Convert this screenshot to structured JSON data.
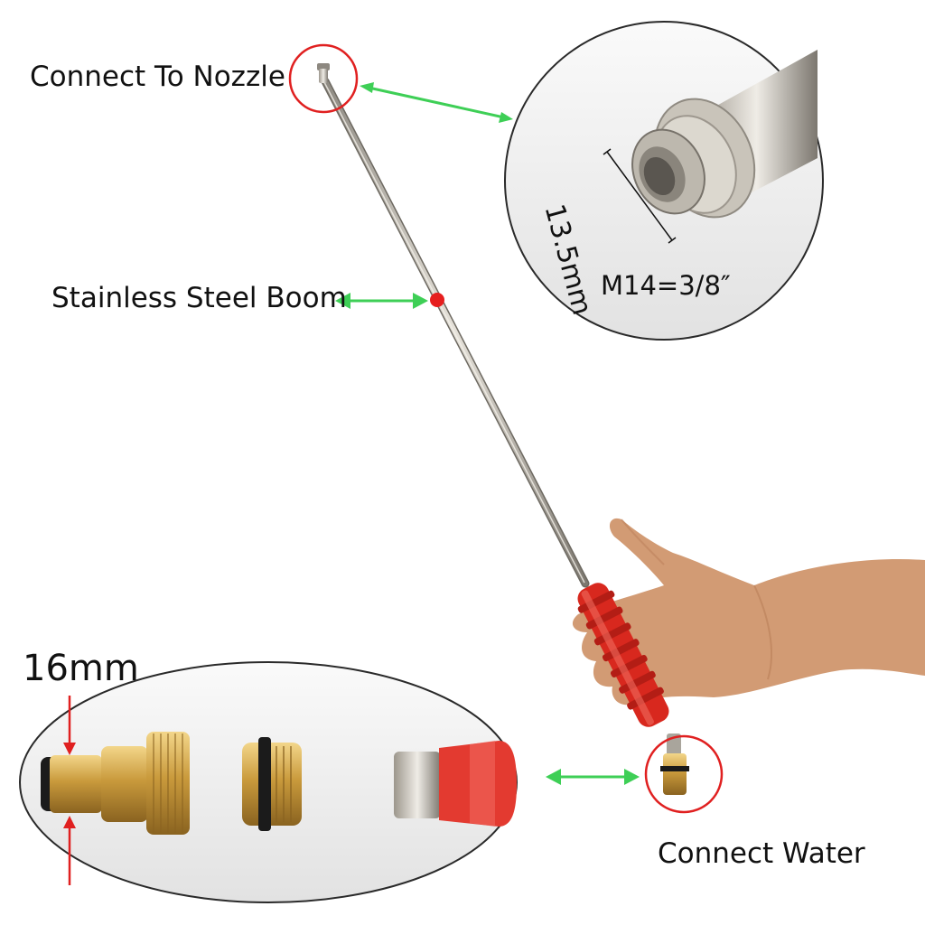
{
  "labels": {
    "connect_to_nozzle": "Connect To Nozzle",
    "stainless_steel_boom": "Stainless Steel Boom",
    "connect_water": "Connect Water",
    "thread_size": "M14=3/8″",
    "diameter_13_5": "13.5mm",
    "diameter_16": "16mm"
  },
  "colors": {
    "callout_circle": "#e02020",
    "arrow_green": "#3ecf56",
    "arrow_red": "#e02020",
    "boom_steel": "#b9b4aa",
    "handle_red": "#d8281e",
    "brass": "#c99a3c",
    "skin": "#d39a73",
    "inset_background": "#ededed"
  }
}
